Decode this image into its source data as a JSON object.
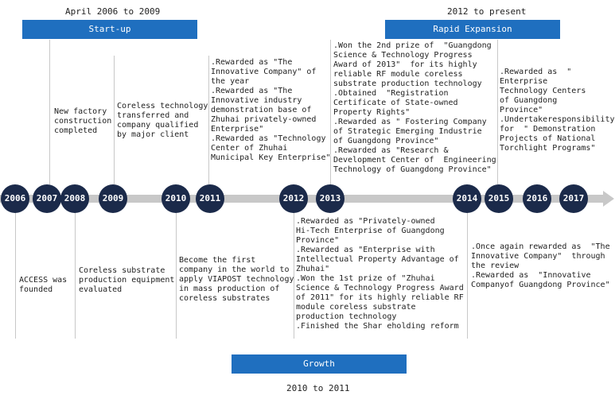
{
  "periods": {
    "startup": {
      "range": "April 2006 to 2009",
      "label": "Start-up"
    },
    "rapid": {
      "range": "2012 to present",
      "label": "Rapid Expansion"
    },
    "growth": {
      "range": "2010 to 2011",
      "label": "Growth"
    }
  },
  "years": [
    "2006",
    "2007",
    "2008",
    "2009",
    "2010",
    "2011",
    "2012",
    "2013",
    "2014",
    "2015",
    "2016",
    "2017"
  ],
  "colors": {
    "bar": "#1f6fbf",
    "node": "#1b2a4a",
    "line": "#c8c8c8"
  },
  "notes_above": {
    "y2007": "New factory\nconstruction\ncompleted",
    "y2009": "Coreless technology\ntransferred and\ncompany qualified\nby major client",
    "y2011": ".Rewarded as \"The\nInnovative Company\" of\nthe year\n.Rewarded as \"The\nInnovative industry\ndemonstration base of\nZhuhai privately-owned\nEnterprise\"\n.Rewarded as \"Technology\nCenter of Zhuhai\nMunicipal Key Enterprise\"",
    "y2013": ".Won the 2nd prize of  \"Guangdong\nScience & Technology Progress\nAward of 2013\"  for its highly\nreliable RF module coreless\nsubstrate production technology\n.Obtained  \"Registration\nCertificate of State-owned\nProperty Rights\"\n.Rewarded as \" Fostering Company\nof Strategic Emerging Industrie\nof Guangdong Province\"\n.Rewarded as \"Research &\nDevelopment Center of  Engineering\nTechnology of Guangdong Province\"",
    "y2015": ".Rewarded as  \"\nEnterprise\nTechnology Centers\nof Guangdong\nProvince\"\n.Undertakeresponsibility\nfor  \" Demonstration\nProjects of National\nTorchlight Programs\""
  },
  "notes_below": {
    "y2006": "ACCESS was\nfounded",
    "y2008": "Coreless substrate\nproduction equipment\nevaluated",
    "y2010": "Become the first\ncompany in the world to\napply VIAPOST technology\nin mass production of\ncoreless substrates",
    "y2012": ".Rewarded as \"Privately-owned\nHi-Tech Enterprise of Guangdong\nProvince\"\n.Rewarded as \"Enterprise with\nIntellectual Property Advantage of\nZhuhai\"\n.Won the 1st prize of \"Zhuhai\nScience & Technology Progress Award\nof 2011\" for its highly reliable RF\nmodule coreless substrate\nproduction technology\n.Finished the Shar eholding reform",
    "y2014": ".Once again rewarded as  \"The\nInnovative Company\"  through\nthe review\n.Rewarded as  \"Innovative\nCompanyof Guangdong Province\""
  }
}
